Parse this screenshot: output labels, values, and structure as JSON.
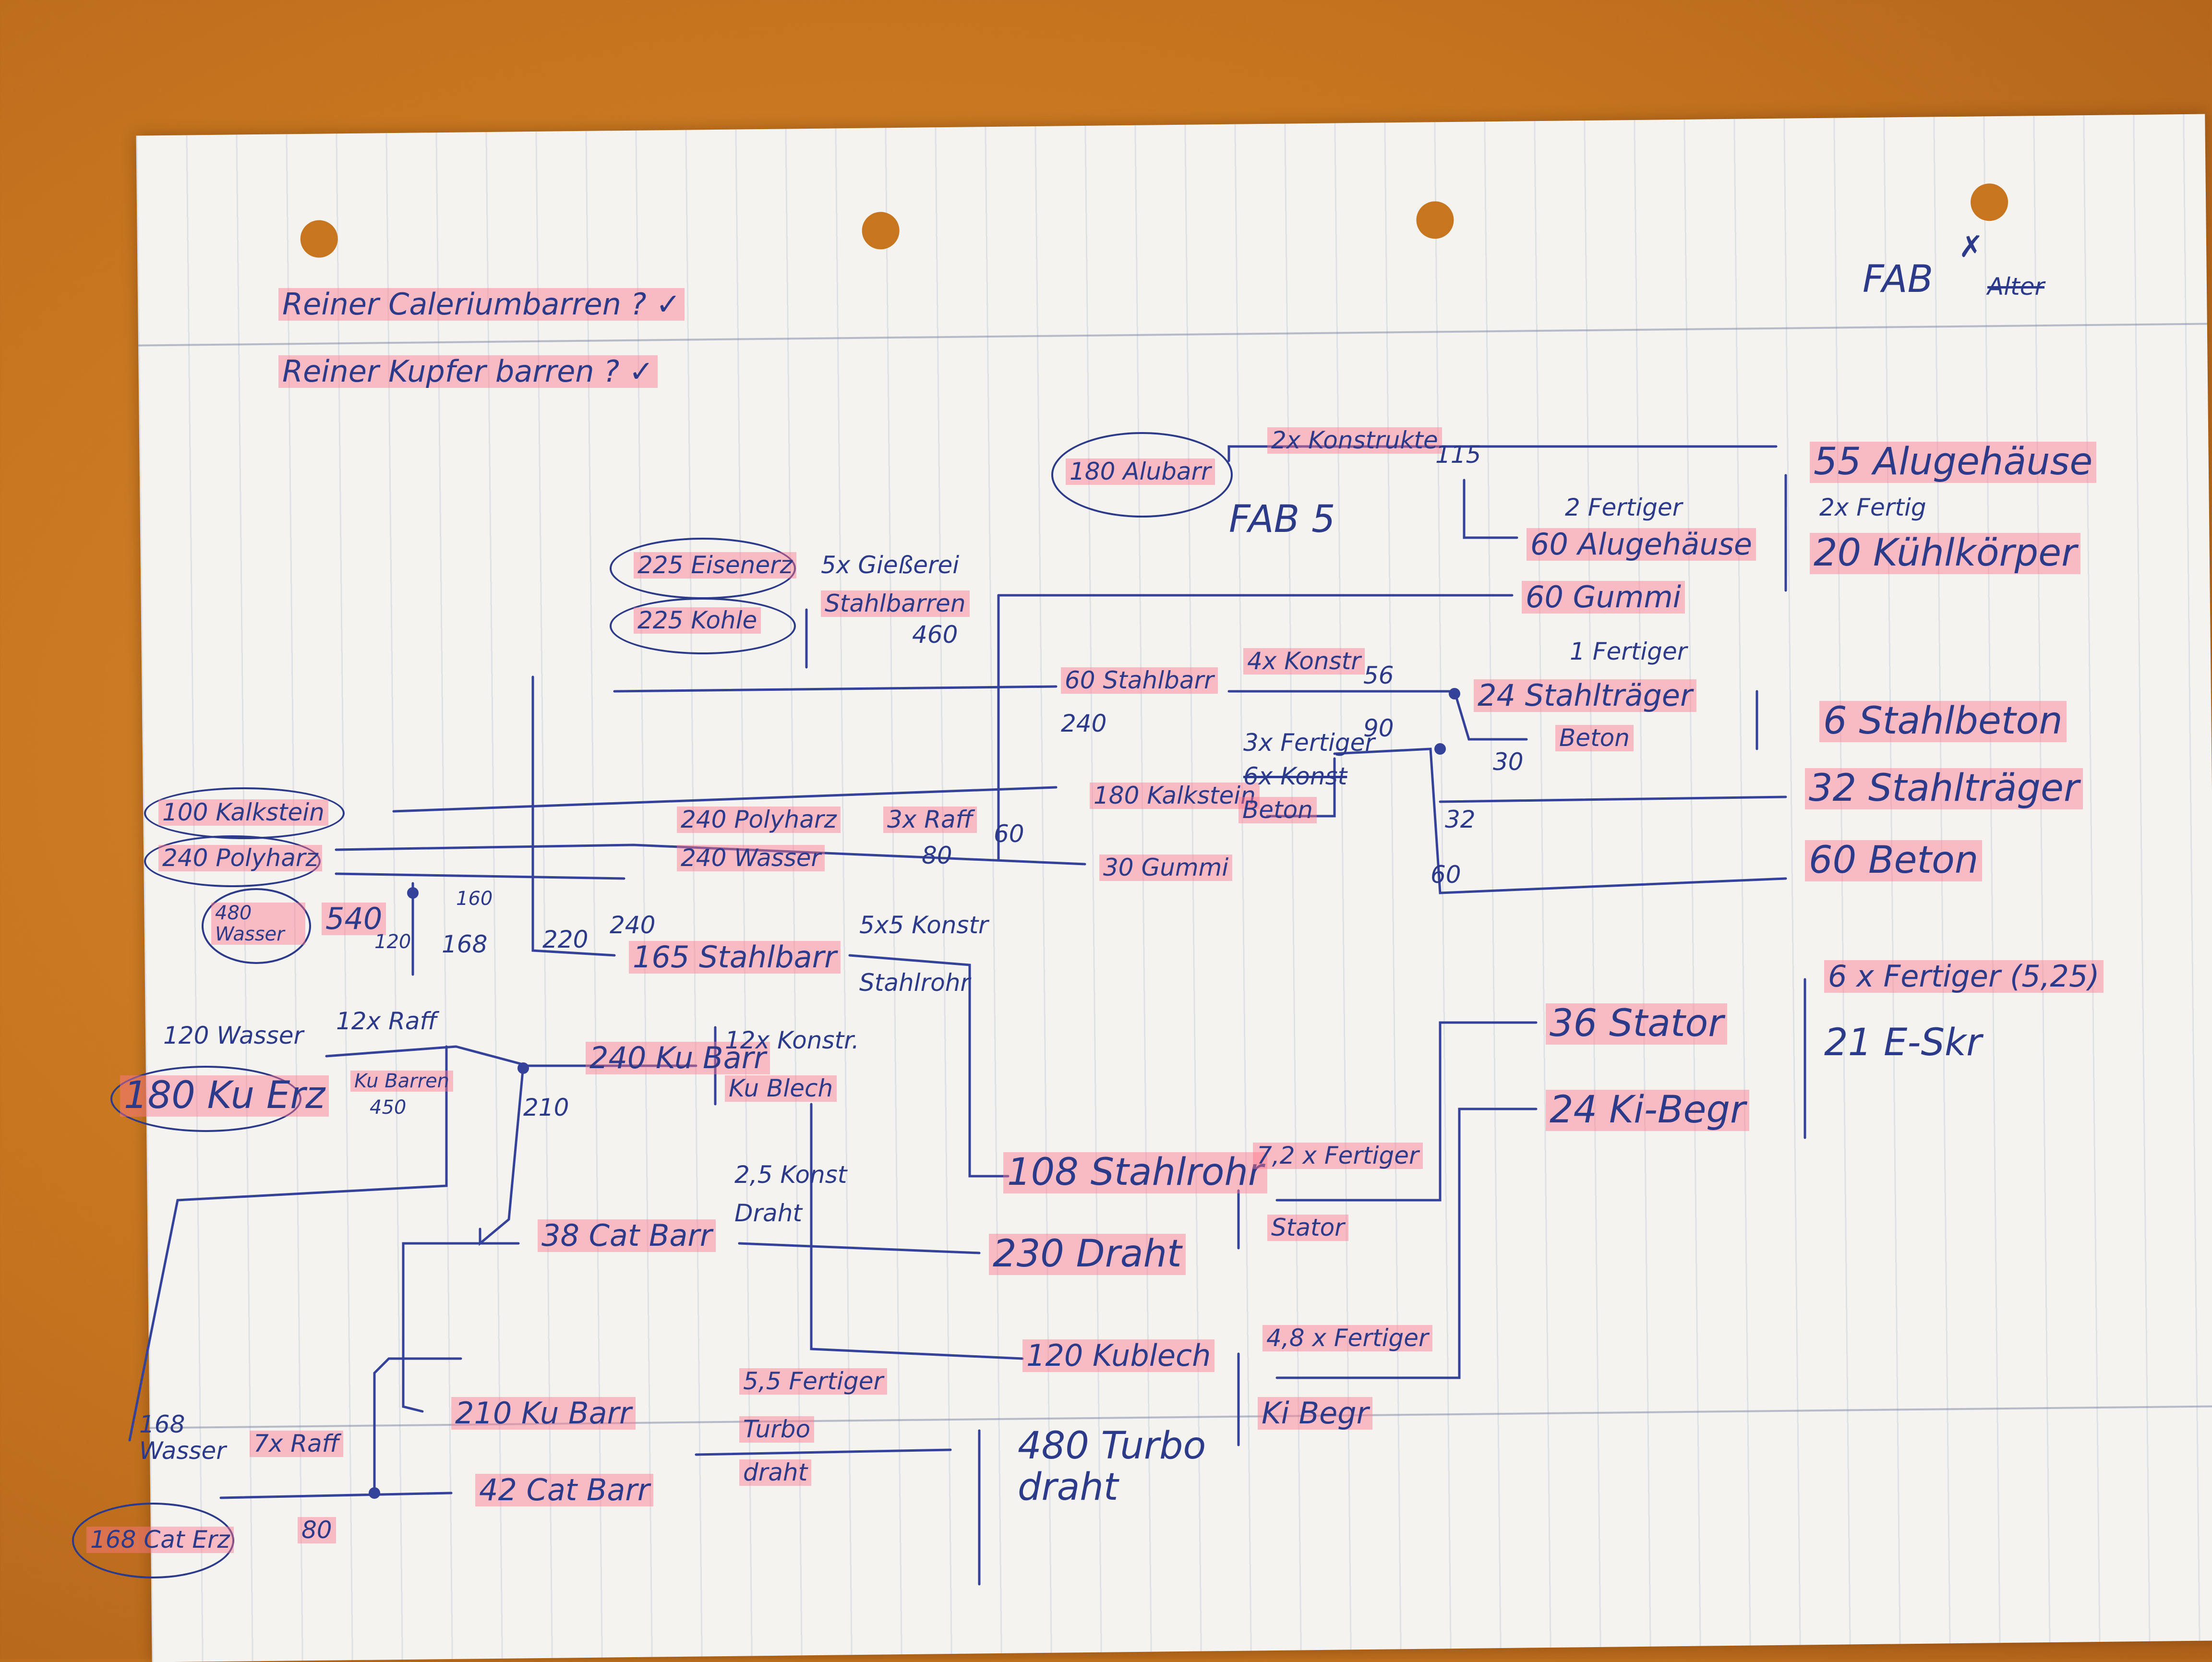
{
  "header": {
    "line1": "Reiner Caleriumbarren ? ✓",
    "line2": "Reiner Kupfer barren ? ✓",
    "corner": "FAB",
    "corner_x": "✗",
    "corner_struck": "Alter"
  },
  "top_block": {
    "input": "180 Alubarr",
    "process": "2x Konstrukte",
    "qty": "115",
    "fab": "FAB 5",
    "sub_process": "2 Fertiger",
    "sub_output": "60 Alugehäuse",
    "out1": "55 Alugehäuse",
    "out_process": "2x Fertig",
    "out2": "20 Kühlkörper",
    "gummi": "60 Gummi"
  },
  "steel": {
    "ore_in1": "225 Eisenerz",
    "ore_in2": "225 Kohle",
    "smelter": "5x Gießerei",
    "product": "Stahlbarren",
    "amount": "460",
    "bars_in": "60 Stahlbarr",
    "bars_alt": "240",
    "constr": "4x Konstr",
    "constr_out": "56",
    "fertig": "1 Fertiger",
    "beam": "24 Stahlträger",
    "beton": "Beton",
    "beton_qty": "30",
    "out_sb": "6 Stahlbeton",
    "out_st": "32 Stahlträger",
    "st_qty": "32",
    "out_b": "60 Beton",
    "b_qty": "60",
    "lime": "180 Kalkstein",
    "fert3": "3x Fertiger",
    "konst6": "6x Konst",
    "beton2": "Beton",
    "n90": "90",
    "gummi2": "30 Gummi"
  },
  "left": {
    "kalk": "100 Kalkstein",
    "poly": "240 Polyharz",
    "wasser": "480 Wasser",
    "wasser_qty": "540",
    "n160": "160",
    "n120": "120",
    "n168": "168",
    "n220": "220",
    "n240": "240",
    "polyout": "240 Polyharz",
    "wasserout": "240 Wasser",
    "raff3": "3x Raff",
    "n80": "80",
    "n60": "60",
    "stahlbarr165": "165 Stahlbarr",
    "konstr55": "5x5 Konstr",
    "stahlrohr": "Stahlrohr"
  },
  "copper": {
    "wasser": "120 Wasser",
    "erz": "180 Ku Erz",
    "raff12": "12x Raff",
    "kubarren": "Ku Barren",
    "kb_qty": "450",
    "ku240": "240 Ku Barr",
    "konstr12": "12x Konstr.",
    "kublech": "Ku Blech",
    "n210": "210"
  },
  "middle": {
    "rohr": "108 Stahlrohr",
    "fert72": "7,2 x Fertiger",
    "stator_lbl": "Stator",
    "draht": "230 Draht",
    "cat": "38 Cat Barr",
    "konst25": "2,5 Konst",
    "draht_lbl": "Draht",
    "kublech": "120 Kublech",
    "fert48": "4,8 x Fertiger",
    "kibeg": "Ki Begr"
  },
  "right": {
    "stator": "36 Stator",
    "kibegr": "24 Ki-Begr",
    "fert6": "6 x Fertiger (5,25)",
    "eskr": "21 E-Skr"
  },
  "bottom": {
    "wasser": "168 Wasser",
    "raff7": "7x Raff",
    "caterz": "168 Cat Erz",
    "n80": "80",
    "kubarr": "210 Ku Barr",
    "catbarr": "42 Cat Barr",
    "fert55": "5,5 Fertiger",
    "turbo": "Turbo",
    "draht": "draht",
    "turbo_out": "480 Turbo draht"
  }
}
